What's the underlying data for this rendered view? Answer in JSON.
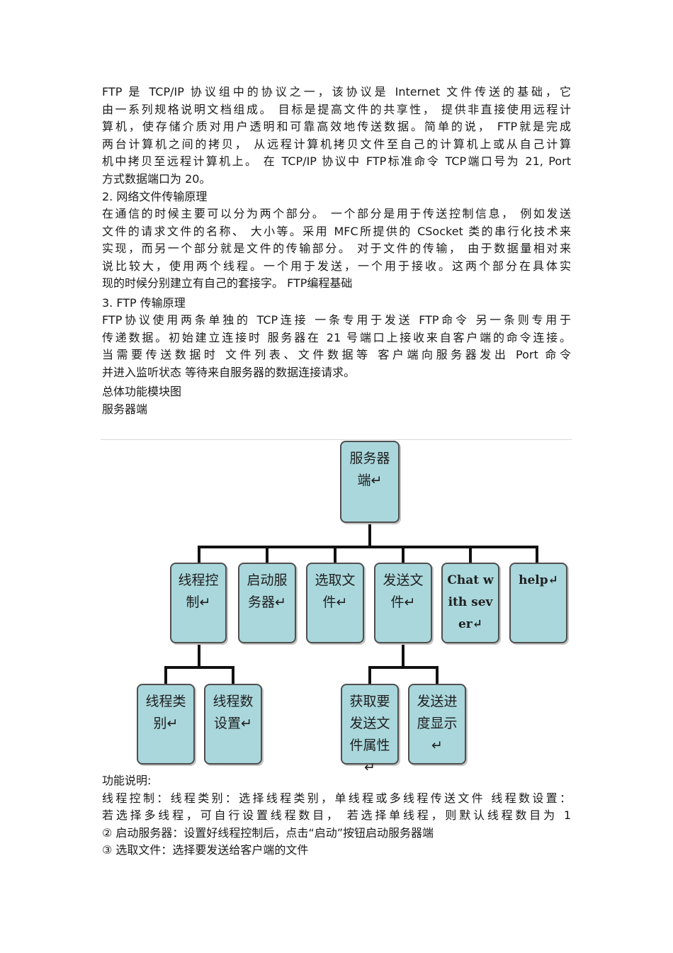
{
  "intro": {
    "lines": [
      "FTP 是 TCP/IP  协议组中的协议之一，该协议是  Internet  文件传送的基础，它",
      "由一系列规格说明文档组成。 目标是提高文件的共享性，  提供非直接使用远程计",
      "算机，使存储介质对用户透明和可靠高效地传送数据。简单的说，    FTP就是完成",
      "两台计算机之间的拷贝，  从远程计算机拷贝文件至自己的计算机上或从自己计算",
      "机中拷贝至远程计算机上。 在 TCP/IP 协议中 FTP标准命令 TCP端口号为 21, Port",
      "方式数据端口为  20。"
    ]
  },
  "section2": {
    "heading": "2.  网络文件传输原理",
    "lines": [
      "在通信的时候主要可以分为两个部分。  一个部分是用于传送控制信息，  例如发送",
      "文件的请求文件的名称、 大小等。采用 MFC所提供的 CSocket 类的串行化技术来",
      "实现，而另一个部分就是文件的传输部分。  对于文件的传输，  由于数据量相对来",
      "说比较大，使用两个线程。一个用于发送，一个用于接收。这两个部分在具体实",
      "现的时候分别建立有自己的套接字。  FTP编程基础"
    ]
  },
  "section3": {
    "heading": "3. FTP  传输原理",
    "lines": [
      "FTP协议使用两条单独的  TCP连接  一条专用于发送 FTP命令  另一条则专用于",
      " 传递数据。初始建立连接时   服务器在 21 号端口上接收来自客户端的命令连接。",
      " 当需要传送数据时   文件列表、文件数据等    客户端向服务器发出 Port  命令",
      "    并进入监听状态   等待来自服务器的数据连接请求。"
    ]
  },
  "labels": {
    "overview": "总体功能模块图",
    "server": "服务器端"
  },
  "diagram": {
    "root": "服务器端↵",
    "children": [
      "线程控制↵",
      "启动服务器↵",
      "选取文件↵",
      "发送文件↵",
      "Chat with sever↵",
      "help↵"
    ],
    "thread_children": [
      "线程类别↵",
      "线程数设置↵"
    ],
    "send_children": [
      "获取要发送文件属性↵",
      "发送进度显示↵"
    ]
  },
  "functions": {
    "title": "功能说明:",
    "lines": [
      "线程控制：线程类别：选择线程类别，单线程或多线程传送文件    线程数设置：",
      "若选择多线程，可自行设置线程数目，    若选择单线程，则默认线程数目为    1",
      "②  启动服务器：设置好线程控制后，点击“启动”按钮启动服务器端",
      "③  选取文件：选择要发送给客户端的文件"
    ]
  }
}
